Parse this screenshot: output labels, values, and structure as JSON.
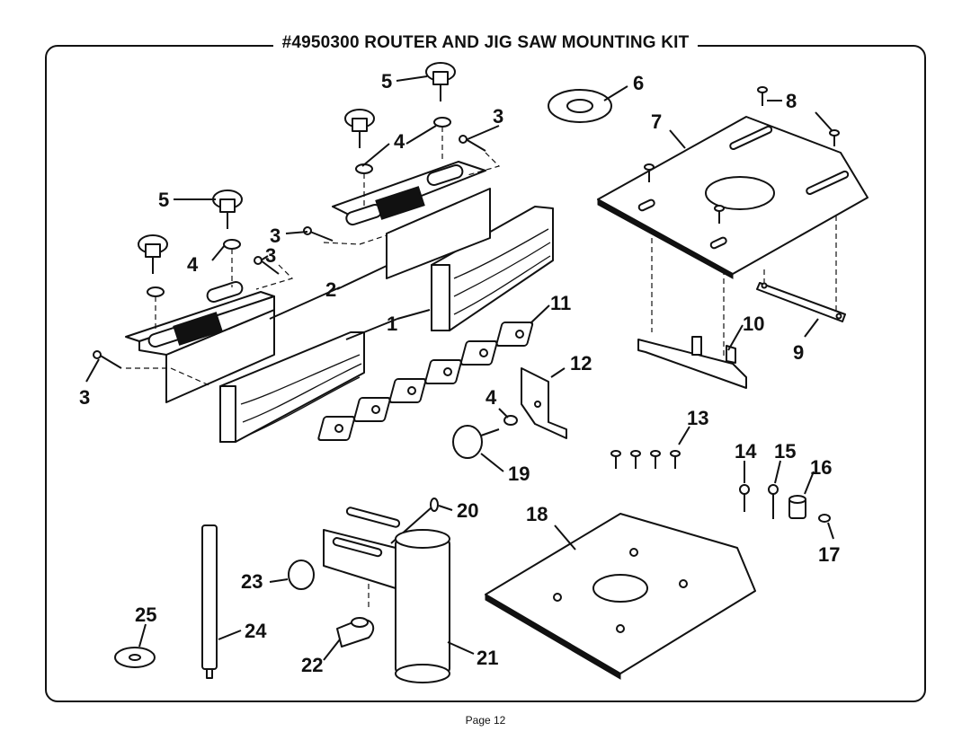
{
  "title": "#4950300 ROUTER AND JIG SAW MOUNTING KIT",
  "footer": "Page 12",
  "labels": {
    "c1": "1",
    "c2": "2",
    "c3a": "3",
    "c3b": "3",
    "c3c": "3",
    "c3d": "3",
    "c4a": "4",
    "c4b": "4",
    "c4c": "4",
    "c5a": "5",
    "c5b": "5",
    "c6": "6",
    "c7": "7",
    "c8": "8",
    "c9": "9",
    "c10": "10",
    "c11": "11",
    "c12": "12",
    "c13": "13",
    "c14": "14",
    "c15": "15",
    "c16": "16",
    "c17": "17",
    "c18": "18",
    "c19": "19",
    "c20": "20",
    "c21": "21",
    "c22": "22",
    "c23": "23",
    "c24": "24",
    "c25": "25"
  }
}
